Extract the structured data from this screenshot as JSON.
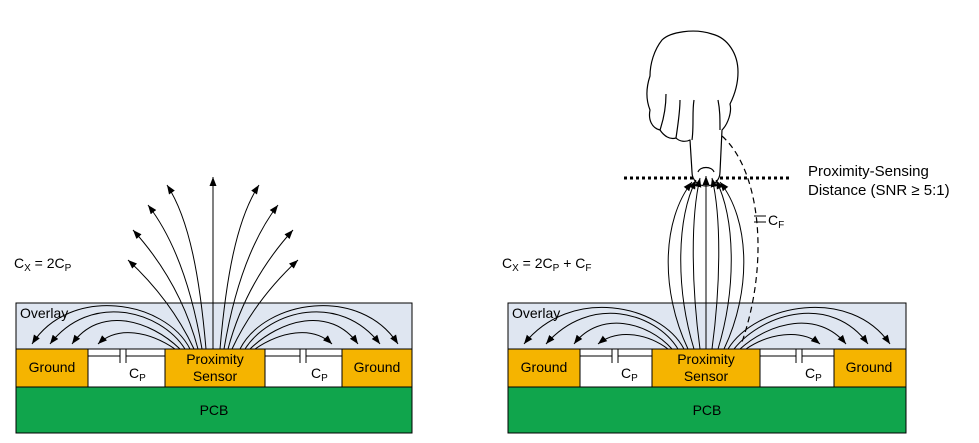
{
  "left": {
    "formula": {
      "c": "C",
      "x": "X",
      "eq": " = 2C",
      "p": "P"
    },
    "overlay": "Overlay",
    "ground_left": "Ground",
    "ground_right": "Ground",
    "sensor_line1": "Proximity",
    "sensor_line2": "Sensor",
    "pcb": "PCB",
    "cap_left": {
      "c": "C",
      "sub": "P"
    },
    "cap_right": {
      "c": "C",
      "sub": "P"
    }
  },
  "right": {
    "formula": {
      "c": "C",
      "x": "X",
      "eq": " = 2C",
      "p": "P",
      "plus": " + C",
      "f": "F"
    },
    "overlay": "Overlay",
    "ground_left": "Ground",
    "ground_right": "Ground",
    "sensor_line1": "Proximity",
    "sensor_line2": "Sensor",
    "pcb": "PCB",
    "cap_left": {
      "c": "C",
      "sub": "P"
    },
    "cap_right": {
      "c": "C",
      "sub": "P"
    },
    "cap_finger": {
      "c": "C",
      "sub": "F"
    },
    "distance_line1": "Proximity-Sensing",
    "distance_line2": "Distance (SNR ≥ 5:1)"
  },
  "colors": {
    "overlay": "#dfe6f1",
    "electrode": "#f5b400",
    "pcb": "#10a54c",
    "outline": "#000000"
  }
}
